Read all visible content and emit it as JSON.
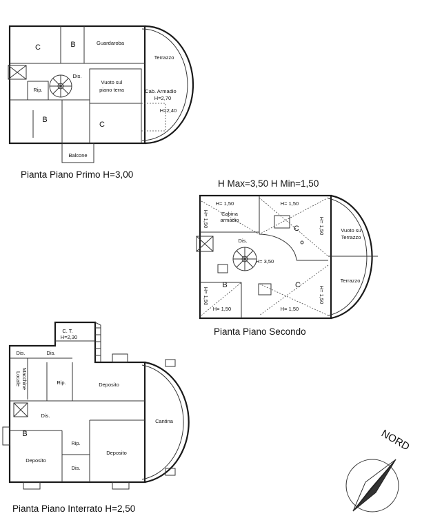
{
  "floors": {
    "primo": {
      "title": "Pianta Piano Primo H=3,00",
      "rooms": {
        "c_left": "C",
        "b_top": "B",
        "guardaroba": "Guardaroba",
        "terrazzo": "Terrazzo",
        "dis": "Dis.",
        "vuoto_1": "Vuoto sul",
        "vuoto_2": "piano terra",
        "rip": "Rip.",
        "cab_armadio": "Cab. Armadio",
        "h270": "H=2,70",
        "h240": "H=2,40",
        "b_mid": "B",
        "c_mid": "C",
        "balcone": "Balcone"
      }
    },
    "secondo": {
      "heights_note": "H Max=3,50 H Min=1,50",
      "title": "Pianta Piano Secondo",
      "rooms": {
        "h150_a": "H= 1,50",
        "h150_b": "H= 1,50",
        "h150_v1": "H= 1,50",
        "h150_v2": "H= 1,50",
        "h150_v3": "H= 1,50",
        "h150_v4": "H= 1,50",
        "h150_c": "H= 1,50",
        "h150_d": "H= 1,50",
        "cabina_1": "Cabina",
        "cabina_2": "armadio",
        "c_top": "C",
        "vuoto_su_1": "Vuoto su",
        "vuoto_su_2": "Terrazzo",
        "dis": "Dis.",
        "h350": "H= 3,50",
        "b": "B",
        "c_bottom": "C",
        "terrazzo": "Terrazzo"
      }
    },
    "interrato": {
      "title": "Pianta Piano Interrato H=2,50",
      "rooms": {
        "ct": "C. T.",
        "h230": "H=2,30",
        "dis_a": "Dis.",
        "dis_b": "Dis.",
        "locale_1": "Locale",
        "locale_2": "Macchine",
        "rip_top": "Rip.",
        "deposito_top": "Deposito",
        "dis_c": "Dis.",
        "cantina": "Cantina",
        "b": "B",
        "rip_bottom": "Rip.",
        "deposito_left": "Deposito",
        "deposito_right": "Deposito",
        "dis_d": "Dis."
      }
    }
  },
  "compass": {
    "label": "NORD"
  }
}
